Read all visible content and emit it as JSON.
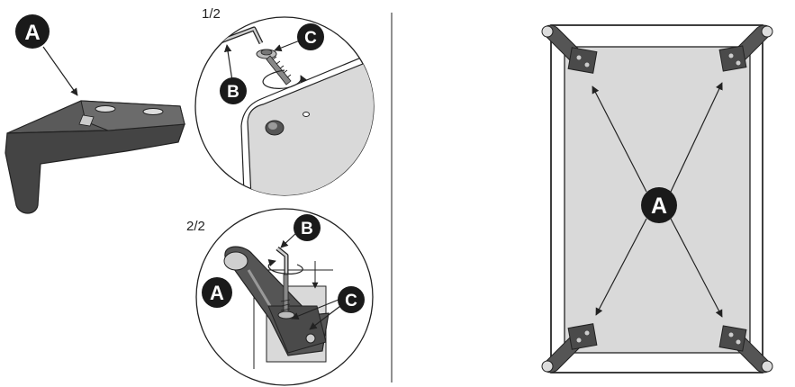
{
  "labels": {
    "part_a": "A",
    "part_b": "B",
    "part_c": "C"
  },
  "steps": {
    "step_1": "1/2",
    "step_2": "2/2"
  },
  "colors": {
    "badge": "#1a1a1a",
    "leg": "#4a4a4a",
    "panel": "#d9d9d9",
    "line": "#222222"
  },
  "icons": {
    "allen_key": "allen-key-icon",
    "bolt": "bolt-icon",
    "rotate": "rotate-arrow-icon"
  }
}
